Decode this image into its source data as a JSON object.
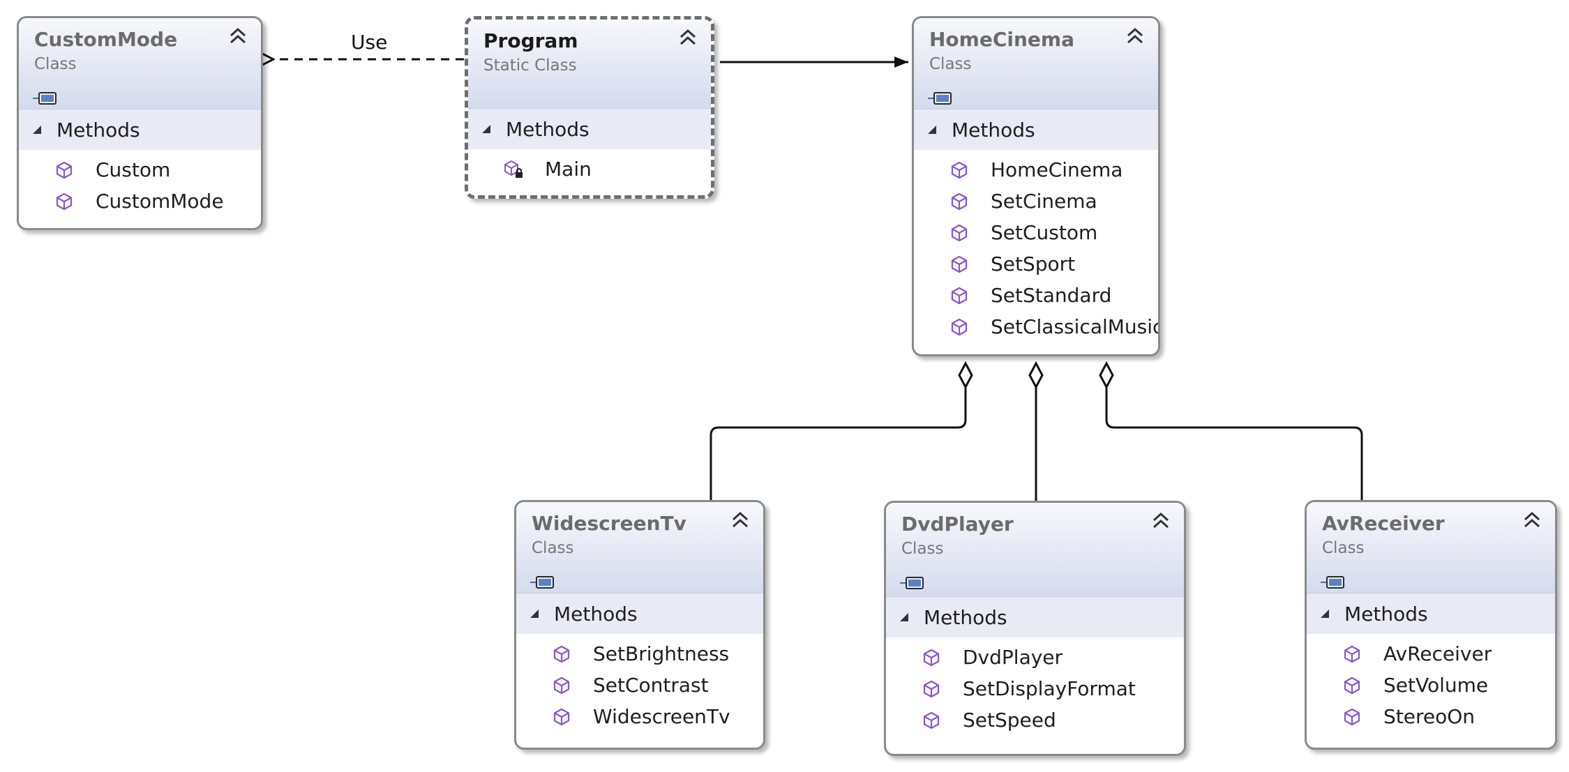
{
  "diagram": {
    "relations": [
      {
        "from": "Program",
        "to": "CustomMode",
        "kind": "dependency",
        "label": "Use"
      },
      {
        "from": "Program",
        "to": "HomeCinema",
        "kind": "association",
        "label": ""
      },
      {
        "from": "HomeCinema",
        "to": "WidescreenTv",
        "kind": "aggregation",
        "label": ""
      },
      {
        "from": "HomeCinema",
        "to": "DvdPlayer",
        "kind": "aggregation",
        "label": ""
      },
      {
        "from": "HomeCinema",
        "to": "AvReceiver",
        "kind": "aggregation",
        "label": ""
      }
    ],
    "classes": [
      {
        "name": "CustomMode",
        "kind": "Class",
        "section": "Methods",
        "members": [
          "Custom",
          "CustomMode"
        ]
      },
      {
        "name": "Program",
        "kind": "Static Class",
        "section": "Methods",
        "members": [
          "Main"
        ]
      },
      {
        "name": "HomeCinema",
        "kind": "Class",
        "section": "Methods",
        "members": [
          "HomeCinema",
          "SetCinema",
          "SetCustom",
          "SetSport",
          "SetStandard",
          "SetClassicalMusic"
        ]
      },
      {
        "name": "WidescreenTv",
        "kind": "Class",
        "section": "Methods",
        "members": [
          "SetBrightness",
          "SetContrast",
          "WidescreenTv"
        ]
      },
      {
        "name": "DvdPlayer",
        "kind": "Class",
        "section": "Methods",
        "members": [
          "DvdPlayer",
          "SetDisplayFormat",
          "SetSpeed"
        ]
      },
      {
        "name": "AvReceiver",
        "kind": "Class",
        "section": "Methods",
        "members": [
          "AvReceiver",
          "SetVolume",
          "StereoOn"
        ]
      }
    ]
  },
  "colors": {
    "method_icon": "#8a56c8",
    "border": "#8a8a8a",
    "header_gradient_bottom": "#d5dbee"
  },
  "icons": {
    "class": "class-icon",
    "method": "method-cube-icon",
    "private_method": "private-method-icon",
    "collapse": "collapse-chevron-icon"
  }
}
